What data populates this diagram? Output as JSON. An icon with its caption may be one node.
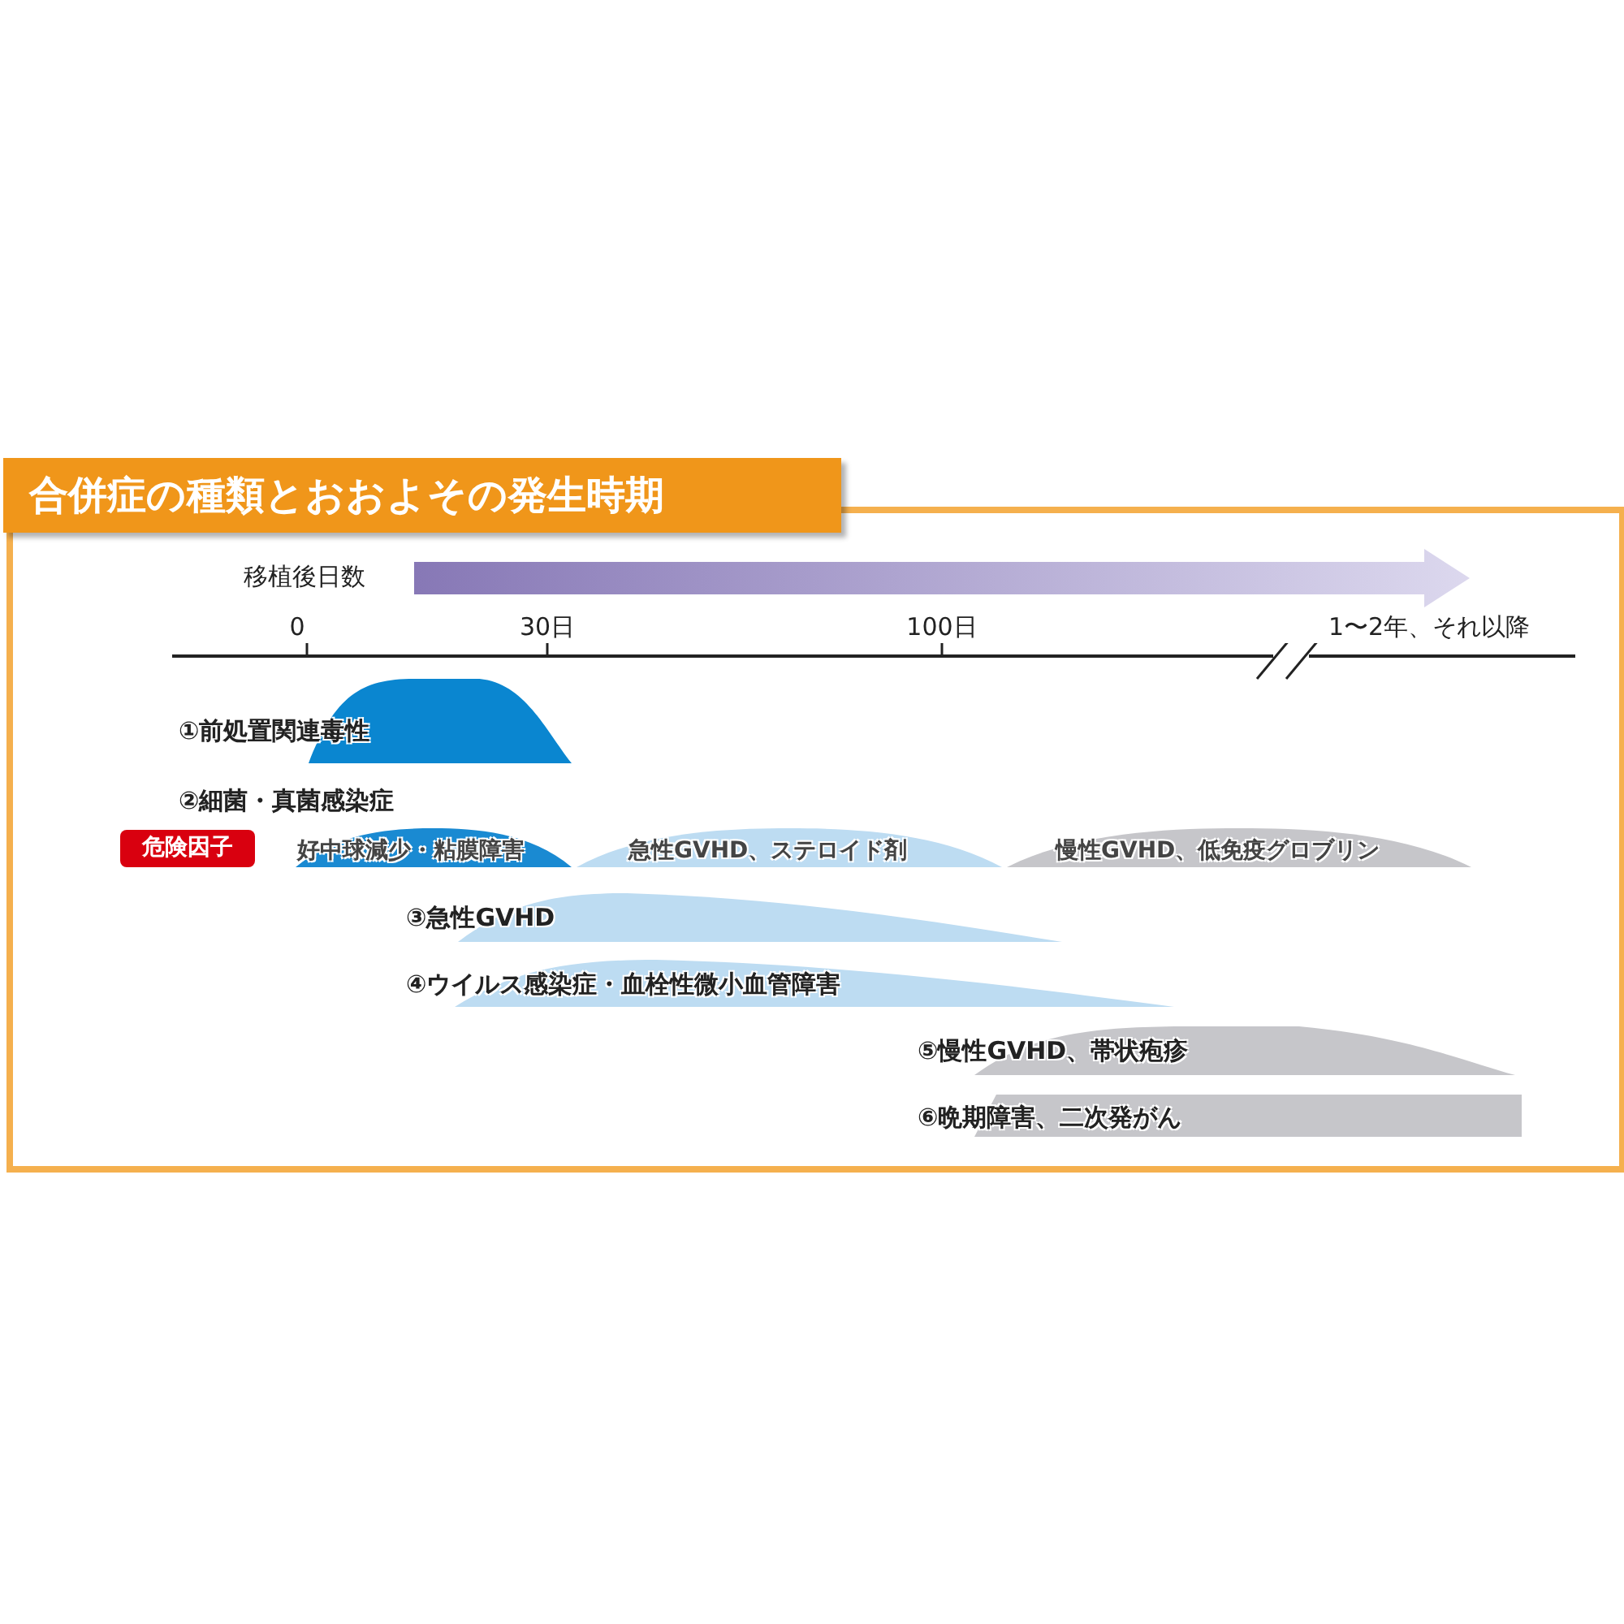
{
  "diagram": {
    "title": "合併症の種類とおおよその発生時期",
    "nodes": [
      {
        "text": [
          "①前処置関連毒性"
        ]
      },
      {
        "text": [
          "危険因子"
        ]
      },
      {
        "text": [
          "好中球減少・粘膜障害"
        ]
      },
      {
        "text": [
          "急性GVHD、ステロイド剤"
        ]
      },
      {
        "text": [
          "慢性GVHD、低免疫グロブリン"
        ]
      },
      {
        "text": [
          "③急性GVHD"
        ]
      },
      {
        "text": [
          "④ウイルス感染症・血栓性微小血管障害"
        ]
      },
      {
        "text": [
          "⑤慢性GVHD、帯状疱疹"
        ]
      },
      {
        "text": [
          "⑥晩期障害、二次発がん"
        ]
      }
    ],
    "labels": [
      "移植後日数",
      "0",
      "30日",
      "100日",
      "1〜2年、それ以降",
      "②細菌・真菌感染症"
    ]
  }
}
